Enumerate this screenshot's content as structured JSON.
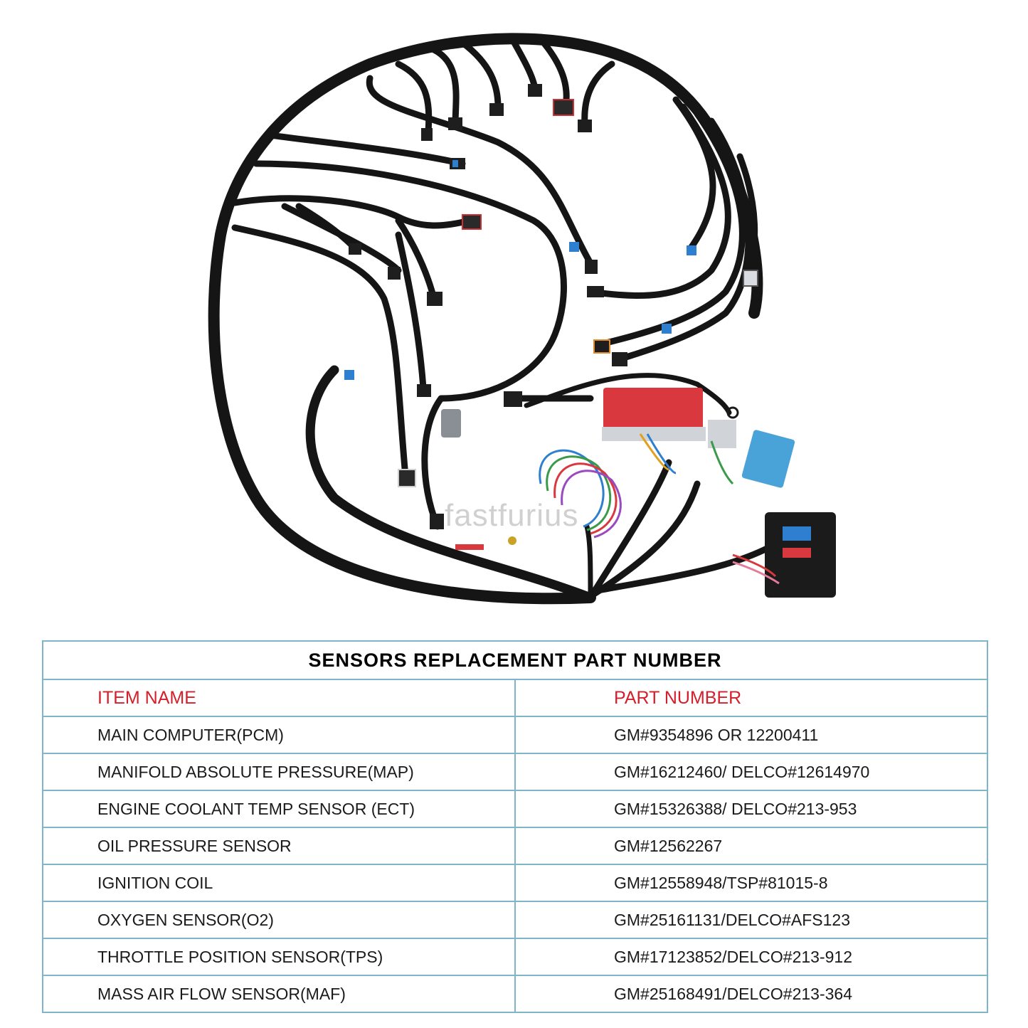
{
  "watermark": "fastfurius",
  "table": {
    "title": "SENSORS REPLACEMENT PART NUMBER",
    "headers": {
      "item": "ITEM NAME",
      "part": "PART NUMBER"
    },
    "rows": [
      {
        "item": "MAIN COMPUTER(PCM)",
        "part": "GM#9354896 OR 12200411"
      },
      {
        "item": "MANIFOLD ABSOLUTE PRESSURE(MAP)",
        "part": "GM#16212460/ DELCO#12614970"
      },
      {
        "item": "ENGINE COOLANT TEMP SENSOR (ECT)",
        "part": "GM#15326388/ DELCO#213-953"
      },
      {
        "item": "OIL PRESSURE SENSOR",
        "part": "GM#12562267"
      },
      {
        "item": "IGNITION COIL",
        "part": "GM#12558948/TSP#81015-8"
      },
      {
        "item": "OXYGEN SENSOR(O2)",
        "part": "GM#25161131/DELCO#AFS123"
      },
      {
        "item": "THROTTLE  POSITION SENSOR(TPS)",
        "part": "GM#17123852/DELCO#213-912"
      },
      {
        "item": "MASS AIR FLOW SENSOR(MAF)",
        "part": "GM#25168491/DELCO#213-364"
      }
    ]
  },
  "colors": {
    "header_red": "#d4202a",
    "table_border": "#7fb4c9",
    "wire": "#151515",
    "connector_blue": "#2f7fd0",
    "ecu_red": "#d9383f",
    "ecu_blue": "#4aa3d8"
  }
}
